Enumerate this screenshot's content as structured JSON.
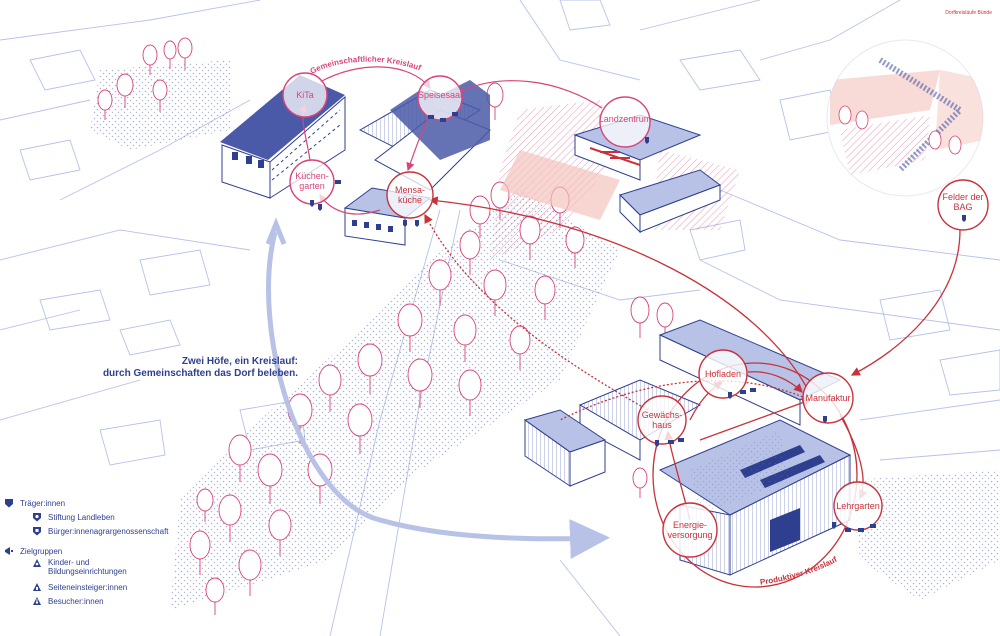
{
  "credit": "Dorfkreisläufe Bünde",
  "title_line1": "Zwei Höfe, ein Kreislauf:",
  "title_line2": "durch Gemeinschaften das Dorf beleben.",
  "cycles": {
    "community": "Gemeinschaftlicher Kreislauf",
    "productive": "Produktiver Kreislauf"
  },
  "nodes": {
    "kita": "KiTa",
    "speisesaal": "Speisesaal",
    "landzentrum": "Landzentrum",
    "kuechengarten_1": "Küchen-",
    "kuechengarten_2": "garten",
    "mensakueche_1": "Mensa-",
    "mensakueche_2": "küche",
    "felder_1": "Felder der",
    "felder_2": "BAG",
    "hofladen": "Hofladen",
    "manufaktur": "Manufaktur",
    "gewaechshaus_1": "Gewächs-",
    "gewaechshaus_2": "haus",
    "energie_1": "Energie-",
    "energie_2": "versorgung",
    "lehrgarten": "Lehrgarten"
  },
  "legend": {
    "traeger_heading": "Träger:innen",
    "traeger_items": [
      "Stiftung Landleben",
      "Bürger:innenagrargenossenschaft"
    ],
    "ziel_heading": "Zielgruppen",
    "ziel_item1_line1": "Kinder- und",
    "ziel_item1_line2": "Bildungseinrichtungen",
    "ziel_item2": "Seiteneinsteiger:innen",
    "ziel_item3": "Besucher:innen"
  },
  "colors": {
    "red": "#c8323a",
    "pink": "#d8457a",
    "blue": "#4a5aa8",
    "navy": "#2f3f8f",
    "lightblue": "#b7c2e6",
    "fill": "#f4c3bd"
  }
}
